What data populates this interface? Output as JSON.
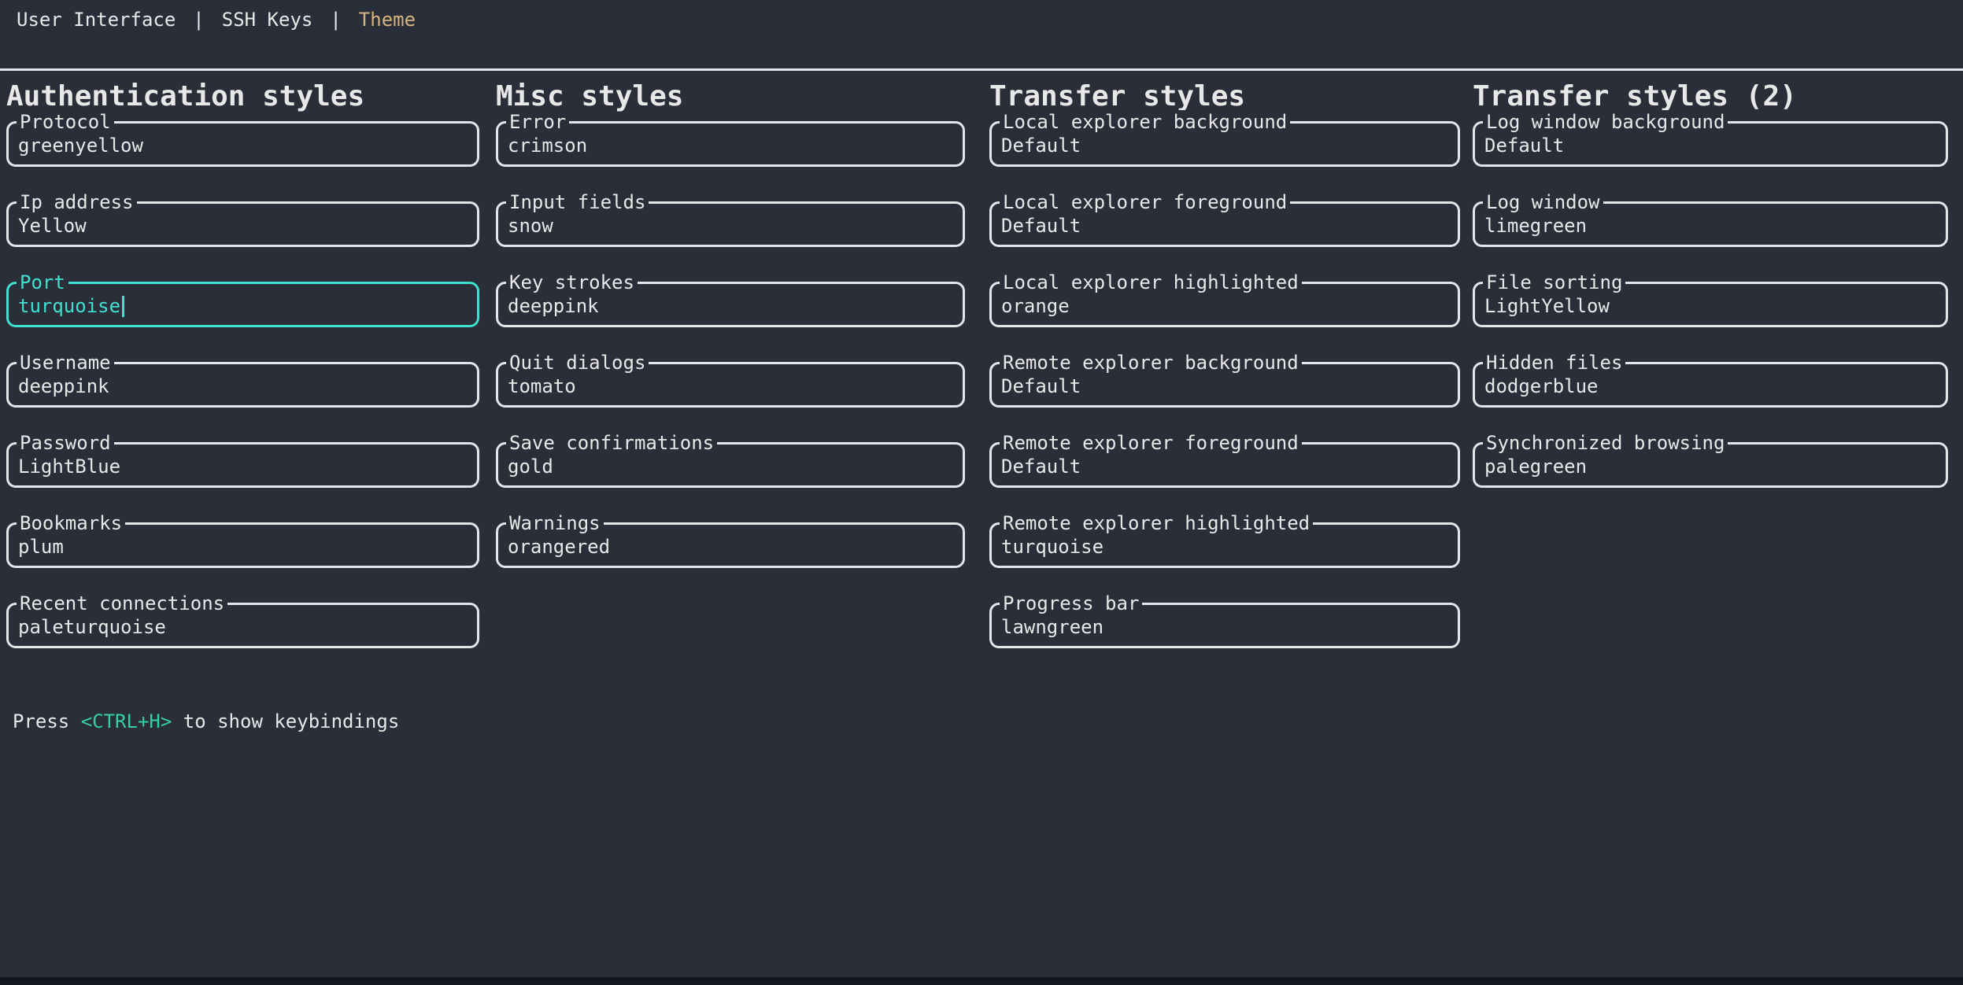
{
  "tabs": {
    "separator": "|",
    "items": [
      {
        "label": "User Interface",
        "active": false
      },
      {
        "label": "SSH Keys",
        "active": false
      },
      {
        "label": "Theme",
        "active": true
      }
    ]
  },
  "columns": [
    {
      "title": "Authentication styles",
      "fields": [
        {
          "label": "Protocol",
          "value": "greenyellow"
        },
        {
          "label": "Ip address",
          "value": "Yellow"
        },
        {
          "label": "Port",
          "value": "turquoise",
          "focused": true
        },
        {
          "label": "Username",
          "value": "deeppink"
        },
        {
          "label": "Password",
          "value": "LightBlue"
        },
        {
          "label": "Bookmarks",
          "value": "plum"
        },
        {
          "label": "Recent connections",
          "value": "paleturquoise"
        }
      ]
    },
    {
      "title": "Misc styles",
      "fields": [
        {
          "label": "Error",
          "value": "crimson"
        },
        {
          "label": "Input fields",
          "value": "snow"
        },
        {
          "label": "Key strokes",
          "value": "deeppink"
        },
        {
          "label": "Quit dialogs",
          "value": "tomato"
        },
        {
          "label": "Save confirmations",
          "value": "gold"
        },
        {
          "label": "Warnings",
          "value": "orangered"
        }
      ]
    },
    {
      "title": "Transfer styles",
      "fields": [
        {
          "label": "Local explorer background",
          "value": "Default"
        },
        {
          "label": "Local explorer foreground",
          "value": "Default"
        },
        {
          "label": "Local explorer highlighted",
          "value": "orange"
        },
        {
          "label": "Remote explorer background",
          "value": "Default"
        },
        {
          "label": "Remote explorer foreground",
          "value": "Default"
        },
        {
          "label": "Remote explorer highlighted",
          "value": "turquoise"
        },
        {
          "label": "Progress bar",
          "value": "lawngreen"
        }
      ]
    },
    {
      "title": "Transfer styles (2)",
      "fields": [
        {
          "label": "Log window background",
          "value": "Default"
        },
        {
          "label": "Log window",
          "value": "limegreen"
        },
        {
          "label": "File sorting",
          "value": "LightYellow"
        },
        {
          "label": "Hidden files",
          "value": "dodgerblue"
        },
        {
          "label": "Synchronized browsing",
          "value": "palegreen"
        }
      ]
    }
  ],
  "footer": {
    "prefix": "Press ",
    "hotkey": "<CTRL+H>",
    "suffix": " to show keybindings"
  },
  "colors": {
    "background": "#2a2e38",
    "text": "#e8e8e8",
    "border": "#e4e6ea",
    "accent_tab": "#d5b481",
    "focus": "#40e0d0",
    "hotkey": "#36cfa8"
  }
}
